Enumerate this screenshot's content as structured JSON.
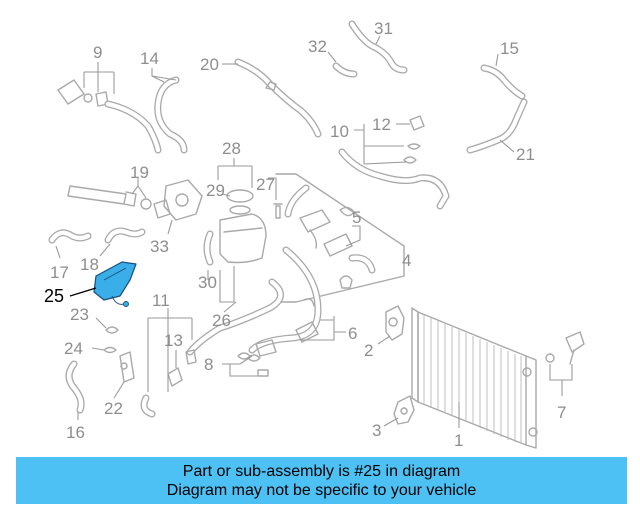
{
  "callouts": [
    "1",
    "2",
    "3",
    "4",
    "5",
    "6",
    "7",
    "8",
    "9",
    "10",
    "11",
    "12",
    "13",
    "14",
    "15",
    "16",
    "17",
    "18",
    "19",
    "20",
    "21",
    "22",
    "23",
    "24",
    "25",
    "26",
    "27",
    "28",
    "29",
    "30",
    "31",
    "32",
    "33"
  ],
  "highlighted_callout": "25",
  "colors": {
    "banner": "#4dc0f4",
    "highlight_part": "#3aaee8",
    "line_art": "#a9a9a9",
    "callout_text": "#8e8e8e"
  },
  "banner": {
    "line1": "Part or sub-assembly is #25 in diagram",
    "line2": "Diagram may not be specific to your vehicle"
  }
}
